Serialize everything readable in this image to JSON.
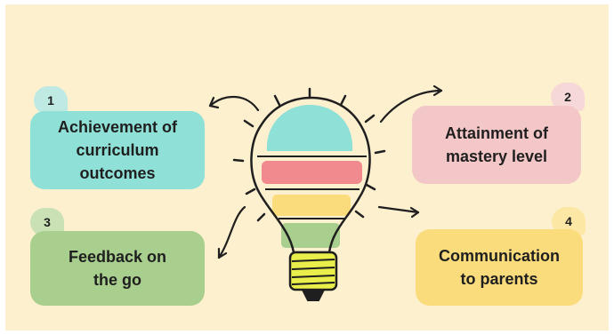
{
  "items": [
    {
      "number": "1",
      "label": "Achievement of\ncurriculum\noutcomes",
      "color": "#8fe0d6"
    },
    {
      "number": "2",
      "label": "Attainment of\nmastery level",
      "color": "#f3c6c7"
    },
    {
      "number": "3",
      "label": "Feedback on\nthe go",
      "color": "#a9cf8e"
    },
    {
      "number": "4",
      "label": "Communication\nto parents",
      "color": "#fbdc7c"
    }
  ],
  "colors": {
    "background": "#fdf0cf",
    "bulb_band_1": "#8fe0d6",
    "bulb_band_2": "#f08a8e",
    "bulb_band_3": "#fbdc7c",
    "bulb_band_4": "#a9cf8e",
    "bulb_base": "#e9ee4a"
  },
  "icons": [
    "lightbulb-icon",
    "arrow-icon"
  ]
}
